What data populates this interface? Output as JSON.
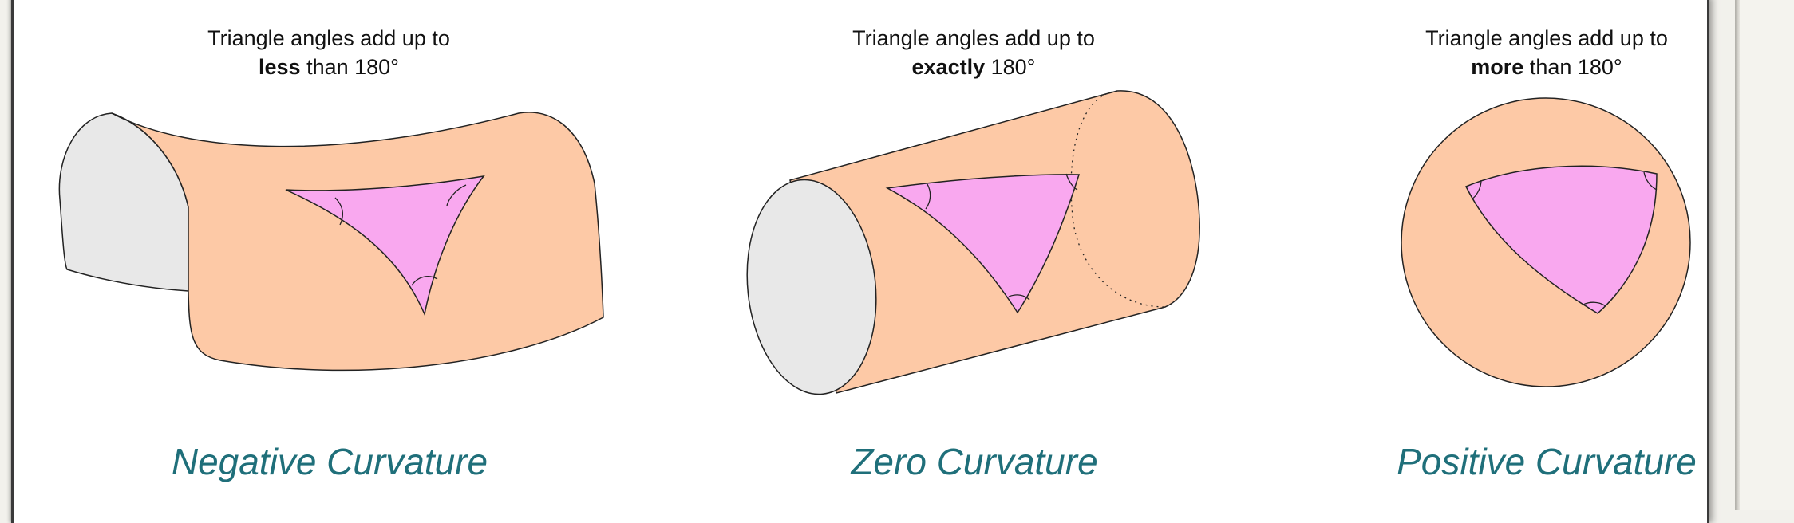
{
  "panels": [
    {
      "caption_line1": "Triangle angles add up to",
      "caption_bold": "less",
      "caption_rest": " than 180°",
      "title": "Negative Curvature"
    },
    {
      "caption_line1": "Triangle angles add up to",
      "caption_bold": "exactly",
      "caption_rest": " 180°",
      "title": "Zero Curvature"
    },
    {
      "caption_line1": "Triangle angles add up to",
      "caption_bold": "more",
      "caption_rest": " than 180°",
      "title": "Positive Curvature"
    }
  ],
  "colors": {
    "surface": "#fdc9a6",
    "end_cap": "#e8e8e8",
    "triangle": "#f9a8ef",
    "title": "#1f6f7a"
  }
}
